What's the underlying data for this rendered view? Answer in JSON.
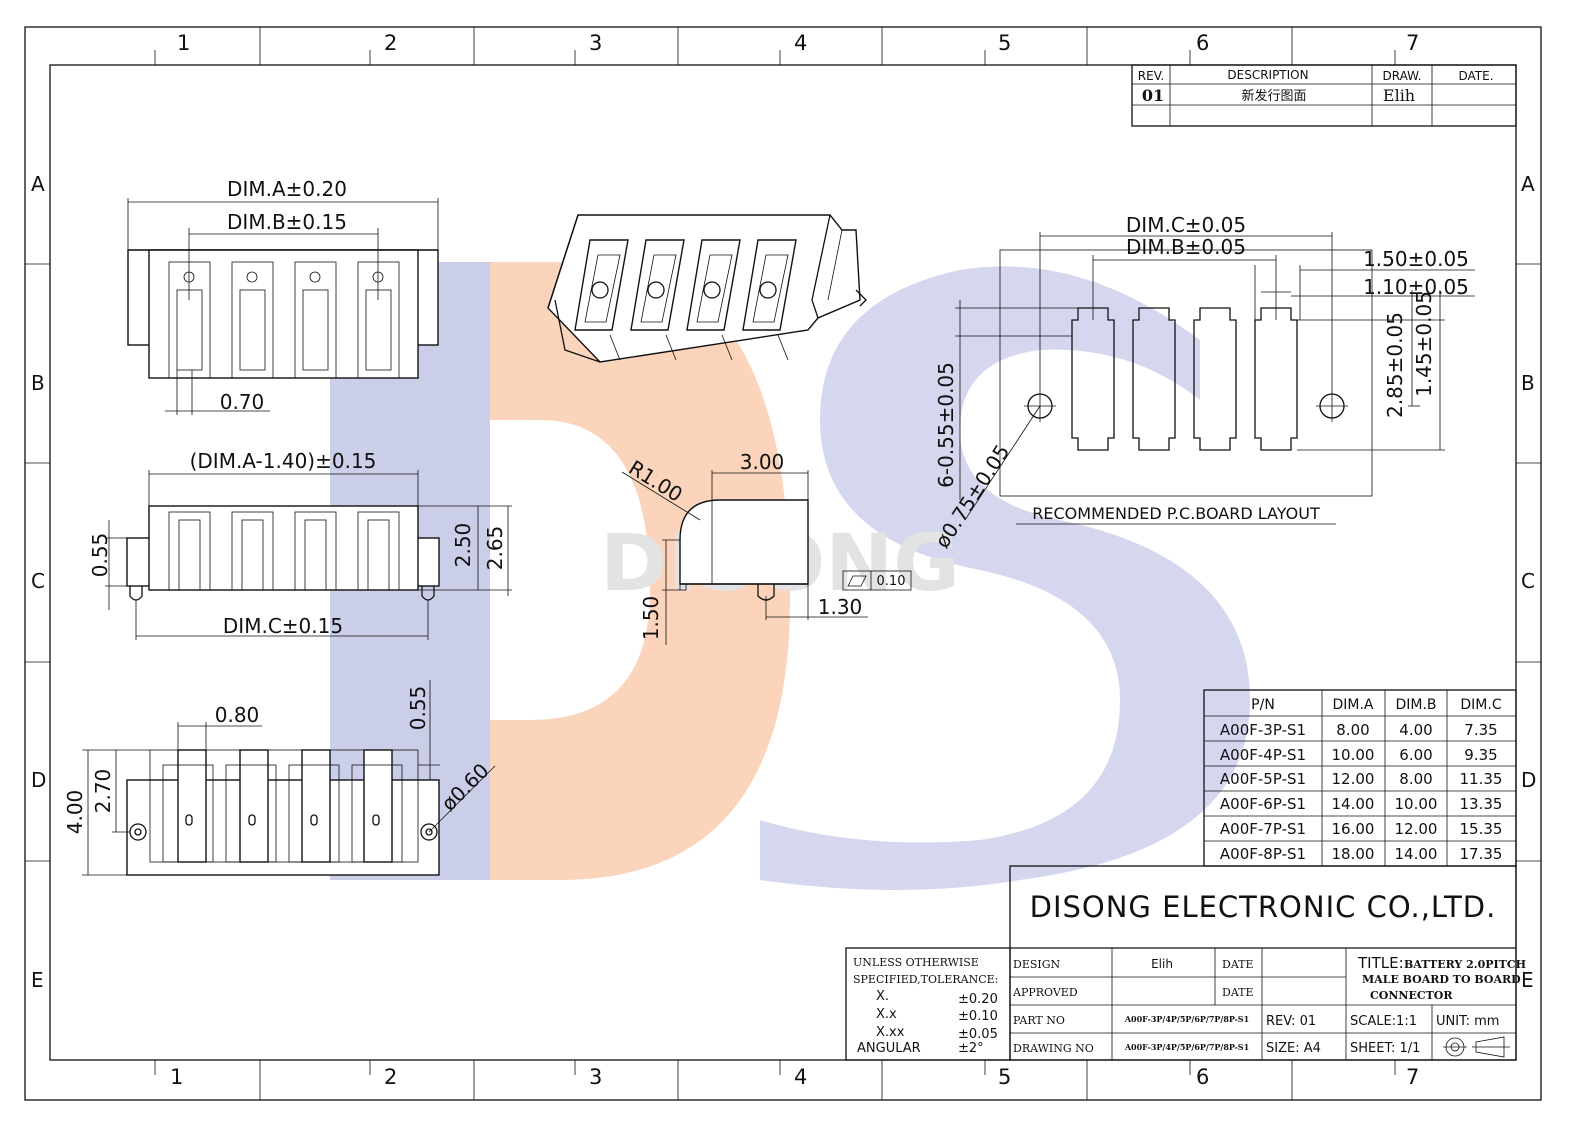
{
  "border": {
    "columns": [
      "1",
      "2",
      "3",
      "4",
      "5",
      "6",
      "7"
    ],
    "rows": [
      "A",
      "B",
      "C",
      "D",
      "E"
    ]
  },
  "revision_table": {
    "headers": [
      "REV.",
      "DESCRIPTION",
      "DRAW.",
      "DATE."
    ],
    "rows": [
      [
        "01",
        "新发行图面",
        "Elih",
        ""
      ]
    ]
  },
  "watermark": {
    "text": "DISONG",
    "colors": {
      "orange": "#f6b48a",
      "blue": "#8f97cf"
    }
  },
  "views": {
    "top": {
      "dim_a": "DIM.A±0.20",
      "dim_b": "DIM.B±0.15",
      "pitch": "0.70"
    },
    "front": {
      "dim_a_minus": "(DIM.A-1.40)±0.15",
      "h1": "0.55",
      "h2": "2.50",
      "h3": "2.65",
      "dim_c": "DIM.C±0.15"
    },
    "bottom": {
      "w1": "0.80",
      "h1": "0.55",
      "hole": "ø0.60",
      "h2": "2.70",
      "h3": "4.00"
    },
    "side": {
      "radius": "R1.00",
      "width": "3.00",
      "height": "1.50",
      "offset": "1.30",
      "flatness": "0.10"
    },
    "pcb": {
      "dim_c": "DIM.C±0.05",
      "dim_b": "DIM.B±0.05",
      "w1": "1.50±0.05",
      "w2": "1.10±0.05",
      "pad_h1": "2.85±0.05",
      "pad_h2": "1.45±0.05",
      "left_dim": "6-0.55±0.05",
      "hole": "ø0.75±0.05",
      "caption": "RECOMMENDED P.C.BOARD LAYOUT"
    }
  },
  "pn_table": {
    "headers": [
      "P/N",
      "DIM.A",
      "DIM.B",
      "DIM.C"
    ],
    "rows": [
      [
        "A00F-3P-S1",
        "8.00",
        "4.00",
        "7.35"
      ],
      [
        "A00F-4P-S1",
        "10.00",
        "6.00",
        "9.35"
      ],
      [
        "A00F-5P-S1",
        "12.00",
        "8.00",
        "11.35"
      ],
      [
        "A00F-6P-S1",
        "14.00",
        "10.00",
        "13.35"
      ],
      [
        "A00F-7P-S1",
        "16.00",
        "12.00",
        "15.35"
      ],
      [
        "A00F-8P-S1",
        "18.00",
        "14.00",
        "17.35"
      ]
    ]
  },
  "title_block": {
    "company": "DISONG ELECTRONIC CO.,LTD.",
    "tolerance": {
      "line1": "UNLESS OTHERWISE",
      "line2": "SPECIFIED,TOLERANCE:",
      "rows": [
        [
          "X.",
          "±0.20"
        ],
        [
          "X.x",
          "±0.10"
        ],
        [
          "X.xx",
          "±0.05"
        ],
        [
          "ANGULAR",
          "±2°"
        ]
      ]
    },
    "design_label": "DESIGN",
    "design_value": "Elih",
    "approved_label": "APPROVED",
    "date_label": "DATE",
    "part_no_label": "PART NO",
    "part_no_value": "A00F-3P/4P/5P/6P/7P/8P-S1",
    "drawing_no_label": "DRAWING NO",
    "drawing_no_value": "A00F-3P/4P/5P/6P/7P/8P-S1",
    "title_label": "TITLE:",
    "title_l1": "BATTERY 2.0PITCH",
    "title_l2": "MALE BOARD TO BOARD",
    "title_l3": "CONNECTOR",
    "rev": "REV: 01",
    "size": "SIZE: A4",
    "scale": "SCALE:1:1",
    "sheet": "SHEET: 1/1",
    "unit": "UNIT: mm"
  }
}
